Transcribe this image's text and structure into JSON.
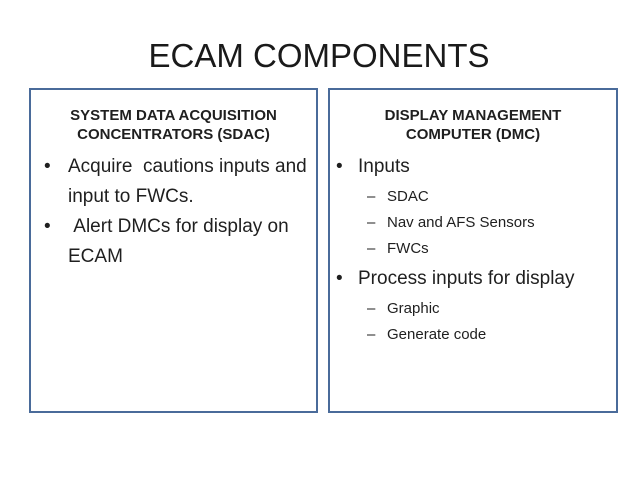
{
  "title": "ECAM COMPONENTS",
  "colors": {
    "box_border": "#4a6b9a",
    "text": "#1f1f1f"
  },
  "boxes": {
    "left": {
      "heading": "SYSTEM DATA ACQUISITION\nCONCENTRATORS (SDAC)",
      "bullet_char": "•",
      "items": [
        {
          "text": "Acquire  cautions inputs and\ninput to FWCs."
        },
        {
          "text": " Alert DMCs for display on\nECAM"
        }
      ]
    },
    "right": {
      "heading": "DISPLAY MANAGEMENT\nCOMPUTER (DMC)",
      "bullet_char": "•",
      "dash_char": "–",
      "groups": [
        {
          "label": "Inputs",
          "subitems": [
            "SDAC",
            "Nav and AFS Sensors",
            "FWCs"
          ]
        },
        {
          "label": "Process inputs for display",
          "subitems": [
            "Graphic",
            "Generate code"
          ]
        }
      ]
    }
  }
}
